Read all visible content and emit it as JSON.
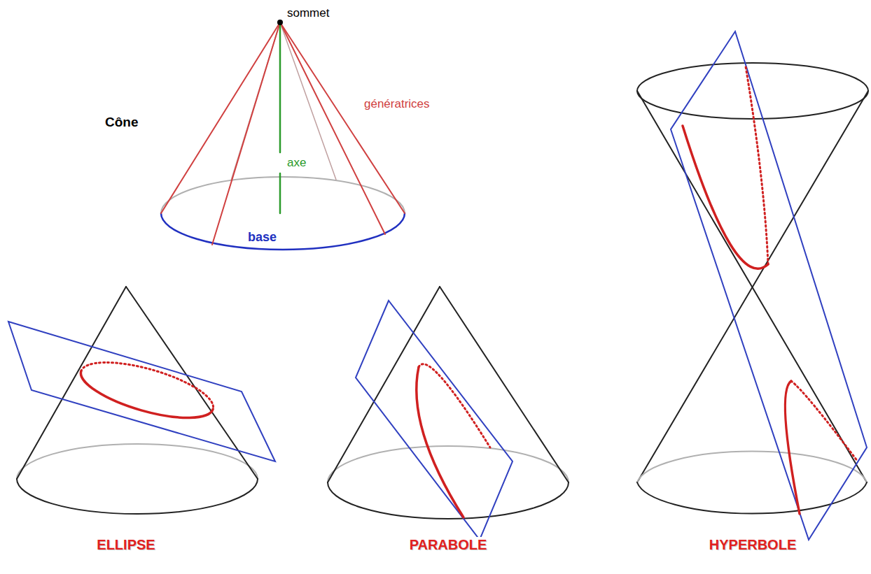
{
  "diagram": {
    "labels": [
      "sommet",
      "Cône",
      "génératrices",
      "axe",
      "base",
      "ELLIPSE",
      "PARABOLE",
      "HYPERBOLE"
    ]
  }
}
